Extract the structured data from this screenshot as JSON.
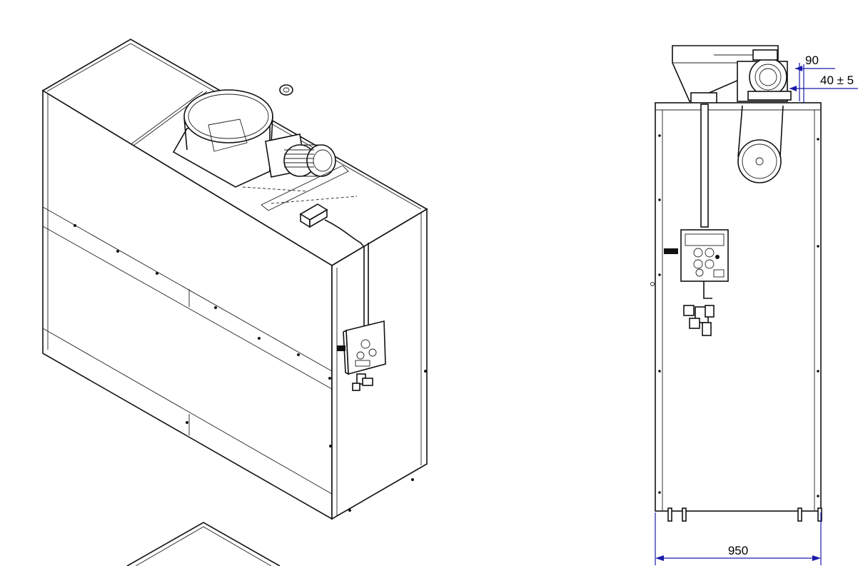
{
  "drawing": {
    "dimensions": {
      "top_offset": "90",
      "clearance": "40 ± 5",
      "width": "950"
    },
    "colors": {
      "line": "#111111",
      "dimension_line": "#1a1aa8",
      "background": "#ffffff"
    }
  }
}
